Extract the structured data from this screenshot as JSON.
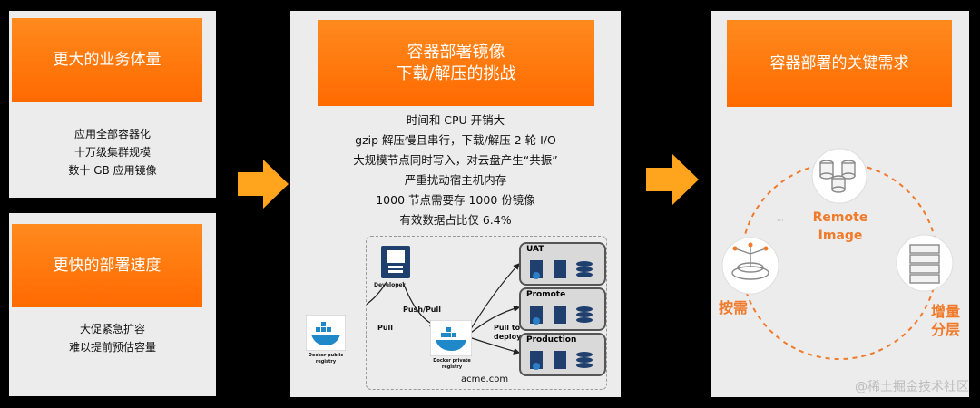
{
  "left_top": {
    "title": "更大的业务体量",
    "lines": [
      "应用全部容器化",
      "十万级集群规模",
      "数十 GB 应用镜像"
    ]
  },
  "left_bottom": {
    "title": "更快的部署速度",
    "lines": [
      "大促紧急扩容",
      "难以提前预估容量"
    ]
  },
  "middle": {
    "title_line1": "容器部署镜像",
    "title_line2": "下载/解压的挑战",
    "lines": [
      "时间和 CPU 开销大",
      "gzip 解压慢且串行，下载/解压 2 轮 I/O",
      "大规模节点同时写入，对云盘产生“共振”",
      "严重扰动宿主机内存",
      "1000 节点需要存 1000 份镜像",
      "有效数据占比仅 6.4%"
    ],
    "diagram": {
      "developer": "Developer",
      "docker_public": "Docker public registry",
      "docker_private": "Docker private registry",
      "pull": "Pull",
      "push_pull": "Push/Pull",
      "pull_to_deploy": "Pull to deploy",
      "envs": [
        "UAT",
        "Promote",
        "Production"
      ],
      "domain": "acme.com"
    }
  },
  "right": {
    "title": "容器部署的关键需求",
    "remote_image_line1": "Remote",
    "remote_image_line2": "Image",
    "on_demand": "按需",
    "incremental_line1": "增量",
    "incremental_line2": "分层"
  },
  "watermark": "@稀土掘金技术社区",
  "colors": {
    "accent": "#ff7a00",
    "panel": "#ececec",
    "background": "#000000"
  }
}
